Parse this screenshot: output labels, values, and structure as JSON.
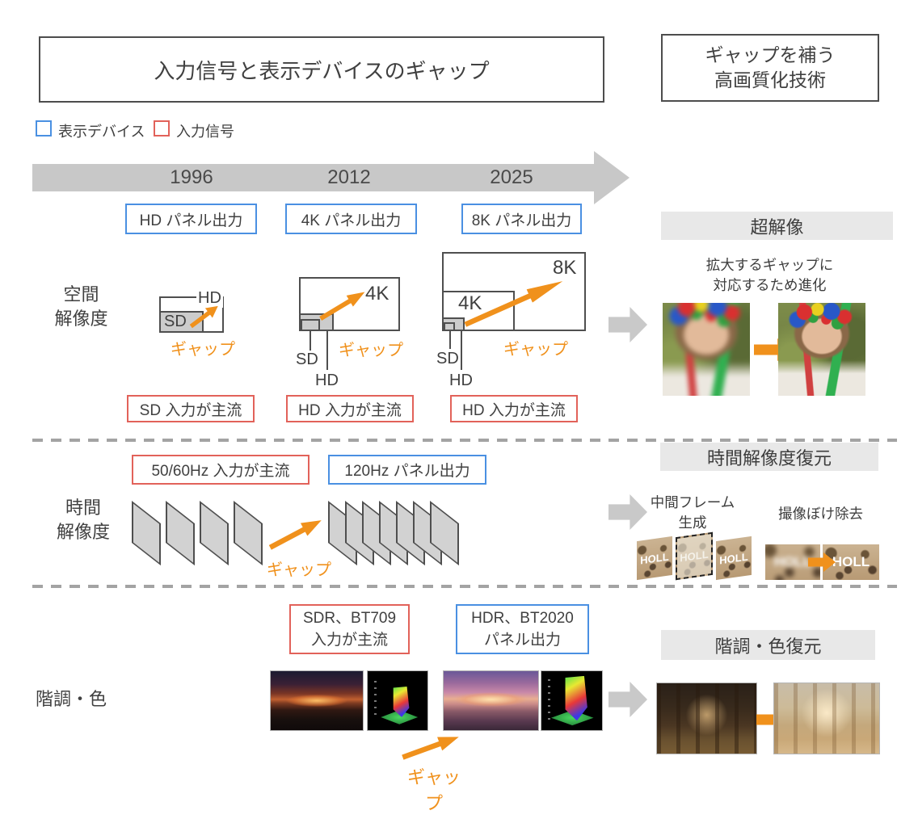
{
  "main_title": "入力信号と表示デバイスのギャップ",
  "tech_title": {
    "line1": "ギャップを補う",
    "line2": "高画質化技術"
  },
  "legend": {
    "display_device": "表示デバイス",
    "input_signal": "入力信号"
  },
  "timeline": {
    "years": [
      "1996",
      "2012",
      "2025"
    ]
  },
  "panel_boxes": [
    "HD パネル出力",
    "4K パネル出力",
    "8K パネル出力"
  ],
  "spatial": {
    "label1": "空間",
    "label2": "解像度",
    "d1996": {
      "hd": "HD",
      "sd": "SD",
      "gap": "ギャップ"
    },
    "d2012": {
      "k4": "4K",
      "sd": "SD",
      "hd": "HD",
      "gap": "ギャップ"
    },
    "d2025": {
      "k8": "8K",
      "k4": "4K",
      "sd": "SD",
      "hd": "HD",
      "gap": "ギャップ"
    },
    "inputs": [
      "SD 入力が主流",
      "HD 入力が主流",
      "HD 入力が主流"
    ]
  },
  "temporal": {
    "label1": "時間",
    "label2": "解像度",
    "input_box": "50/60Hz 入力が主流",
    "output_box": "120Hz パネル出力",
    "gap": "ギャップ"
  },
  "gradation": {
    "label": "階調・色",
    "input_line1": "SDR、BT709",
    "input_line2": "入力が主流",
    "output_line1": "HDR、BT2020",
    "output_line2": "パネル出力",
    "gap": "ギャップ"
  },
  "panels": {
    "sr": {
      "header": "超解像",
      "desc1": "拡大するギャップに",
      "desc2": "対応するため進化"
    },
    "tr": {
      "header": "時間解像度復元",
      "label1a": "中間フレーム",
      "label1b": "生成",
      "label2": "撮像ぼけ除去",
      "sign": "HOLL"
    },
    "gr": {
      "header": "階調・色復元"
    }
  },
  "colors": {
    "accent_orange": "#f0911c",
    "device_blue": "#4a90e2",
    "signal_red": "#e2625a"
  }
}
